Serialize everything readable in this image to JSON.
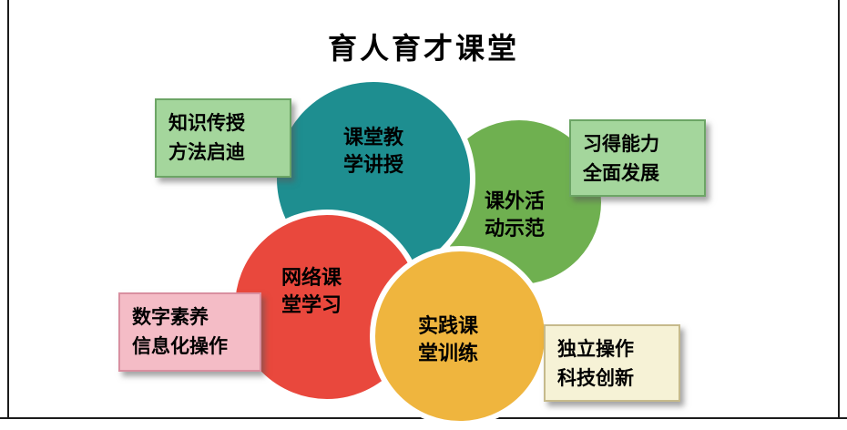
{
  "title": "育人育才课堂",
  "circles": {
    "teal": {
      "line1": "课堂教",
      "line2": "学讲授",
      "color": "#1e8e90"
    },
    "green": {
      "line1": "课外活",
      "line2": "动示范",
      "color": "#6fb050"
    },
    "red": {
      "line1": "网络课",
      "line2": "堂学习",
      "color": "#e9483d"
    },
    "yellow": {
      "line1": "实践课",
      "line2": "堂训练",
      "color": "#efb53e"
    }
  },
  "callouts": {
    "top_left": {
      "line1": "知识传授",
      "line2": "方法启迪",
      "bg": "#a4d69c",
      "border": "#6ca565"
    },
    "top_right": {
      "line1": "习得能力",
      "line2": "全面发展",
      "bg": "#a4d69c",
      "border": "#6ca565"
    },
    "bottom_left": {
      "line1": "数字素养",
      "line2": "信息化操作",
      "bg": "#f4bcc6",
      "border": "#d98fa0"
    },
    "bottom_right": {
      "line1": "独立操作",
      "line2": "科技创新",
      "bg": "#f6f2d6",
      "border": "#c6ba8c"
    }
  }
}
